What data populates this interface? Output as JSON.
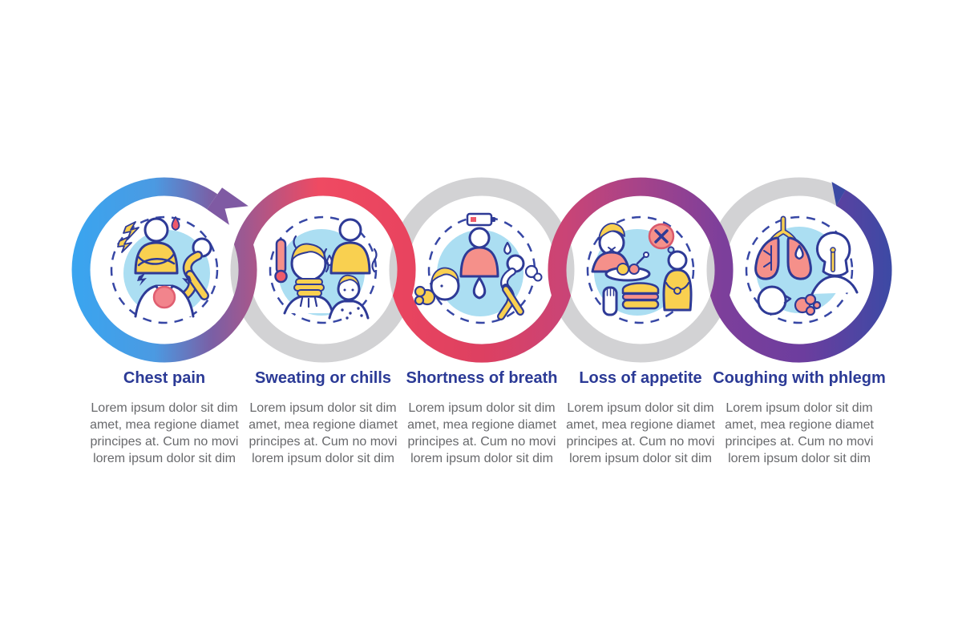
{
  "infographic": {
    "steps": [
      {
        "title": "Chest pain",
        "description": "Lorem ipsum dolor sit dim\namet, mea regione diamet\nprincipes at. Cum no movi\nlorem ipsum dolor sit dim",
        "icon": "chest-pain-icon"
      },
      {
        "title": "Sweating or chills",
        "description": "Lorem ipsum dolor sit dim\namet, mea regione diamet\nprincipes at. Cum no movi\nlorem ipsum dolor sit dim",
        "icon": "sweating-or-chills-icon"
      },
      {
        "title": "Shortness of breath",
        "description": "Lorem ipsum dolor sit dim\namet, mea regione diamet\nprincipes at. Cum no movi\nlorem ipsum dolor sit dim",
        "icon": "shortness-of-breath-icon"
      },
      {
        "title": "Loss of appetite",
        "description": "Lorem ipsum dolor sit dim\namet, mea regione diamet\nprincipes at. Cum no movi\nlorem ipsum dolor sit dim",
        "icon": "loss-of-appetite-icon"
      },
      {
        "title": "Coughing with phlegm",
        "description": "Lorem ipsum dolor sit dim\namet, mea regione diamet\nprincipes at. Cum no movi\nlorem ipsum dolor sit dim",
        "icon": "coughing-with-phlegm-icon"
      }
    ],
    "colors": {
      "title_text": "#2b3a96",
      "body_text": "#68696c",
      "ribbon_gray": "#d2d2d4",
      "ribbon_gradient": [
        "#39a5f0",
        "#7a5fa5",
        "#ef4a62",
        "#e9445f",
        "#dd4061",
        "#ca4476",
        "#a64389",
        "#7d3f9b",
        "#6c3d9e",
        "#3b4aa5"
      ],
      "icon_navy": "#2e3a96",
      "icon_yellow": "#f9d050",
      "icon_salmon": "#f5908a",
      "icon_red": "#ee5a6a",
      "icon_lightblue": "#abdef2"
    }
  }
}
